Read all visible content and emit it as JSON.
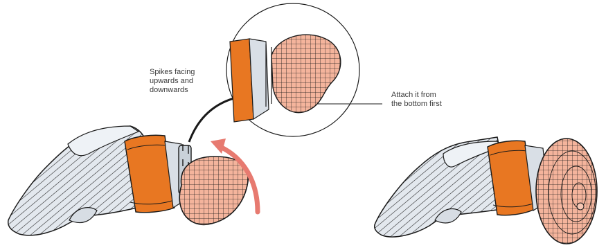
{
  "annotations": {
    "spikes_label": "Spikes facing\nupwards and\ndownwards",
    "attach_label": "Attach it from\nthe bottom first"
  },
  "icons": {
    "left_tool": "grooming-tool-with-head-attaching-icon",
    "right_tool": "grooming-tool-with-head-attached-icon",
    "zoom": "magnified-detail-circle",
    "rotation_arrow": "curved-arrow-icon"
  },
  "colors": {
    "accent_orange": "#e87722",
    "attachment_pink": "#f4b49c",
    "arrow_red": "#e77a70",
    "body_grey": "#e3e8ee",
    "outline": "#1a1a1a"
  }
}
